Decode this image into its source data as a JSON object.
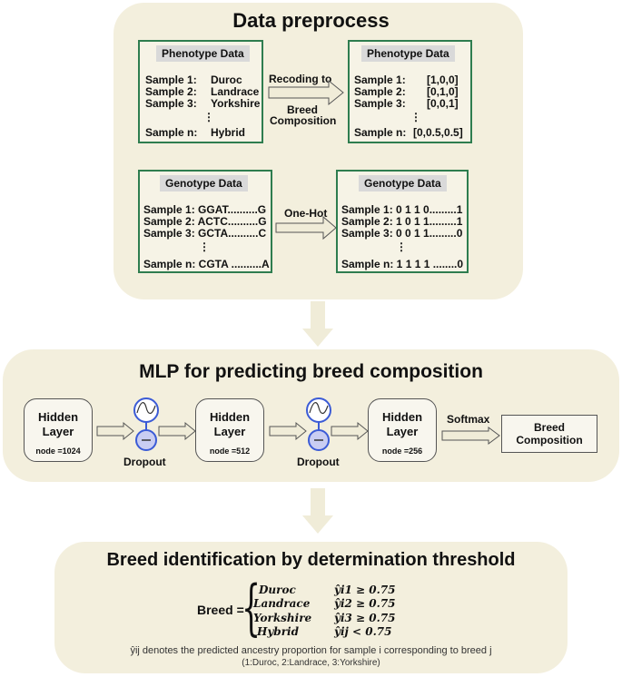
{
  "section1": {
    "title": "Data preprocess",
    "phenotype_in": {
      "title": "Phenotype Data",
      "rows": [
        {
          "sample": "Sample 1:",
          "value": "Duroc"
        },
        {
          "sample": "Sample 2:",
          "value": "Landrace"
        },
        {
          "sample": "Sample 3:",
          "value": "Yorkshire"
        },
        {
          "sample": "Sample n:",
          "value": "Hybrid"
        }
      ],
      "ellipsis": "⋮"
    },
    "recode_arrow": {
      "top": "Recoding to",
      "bottom1": "Breed",
      "bottom2": "Composition"
    },
    "phenotype_out": {
      "title": "Phenotype Data",
      "rows": [
        {
          "sample": "Sample 1:",
          "value": "[1,0,0]"
        },
        {
          "sample": "Sample 2:",
          "value": "[0,1,0]"
        },
        {
          "sample": "Sample 3:",
          "value": "[0,0,1]"
        },
        {
          "sample": "Sample n:",
          "value": "[0,0.5,0.5]"
        }
      ],
      "ellipsis": "⋮"
    },
    "genotype_in": {
      "title": "Genotype Data",
      "rows": [
        "Sample 1: GGAT..........G",
        "Sample 2: ACTC..........G",
        "Sample 3: GCTA..........C",
        "Sample n: CGTA ..........A"
      ],
      "ellipsis": "⋮"
    },
    "onehot_arrow": {
      "label": "One-Hot"
    },
    "genotype_out": {
      "title": "Genotype Data",
      "rows": [
        "Sample 1: 0 1 1 0.........1",
        "Sample 2: 1 0 1 1.........1",
        "Sample 3: 0 0 1 1.........0",
        "Sample n: 1 1 1 1 ........0"
      ],
      "ellipsis": "⋮"
    }
  },
  "section2": {
    "title": "MLP for predicting breed composition",
    "layers": [
      {
        "name1": "Hidden",
        "name2": "Layer",
        "node": "node =1024"
      },
      {
        "name1": "Hidden",
        "name2": "Layer",
        "node": "node =512"
      },
      {
        "name1": "Hidden",
        "name2": "Layer",
        "node": "node =256"
      }
    ],
    "dropout_label": "Dropout",
    "softmax_label": "Softmax",
    "output": {
      "line1": "Breed",
      "line2": "Composition"
    }
  },
  "section3": {
    "title": "Breed identification by determination threshold",
    "breed_label": "Breed =",
    "cases": [
      {
        "name": "Duroc",
        "cond": "ŷi1 ≥ 0.75"
      },
      {
        "name": "Landrace",
        "cond": "ŷi2 ≥ 0.75"
      },
      {
        "name": "Yorkshire",
        "cond": "ŷi3 ≥ 0.75"
      },
      {
        "name": "Hybrid",
        "cond": "ŷij < 0.75"
      }
    ],
    "note1": "ŷij denotes the predicted ancestry proportion for sample i corresponding to breed j",
    "note2": "(1:Duroc, 2:Landrace, 3:Yorkshire)"
  },
  "colors": {
    "panel": "#f3efdd",
    "box_border": "#2e7d4f",
    "arrow": "#f0ecd8",
    "circle": "#3b5bd6"
  }
}
